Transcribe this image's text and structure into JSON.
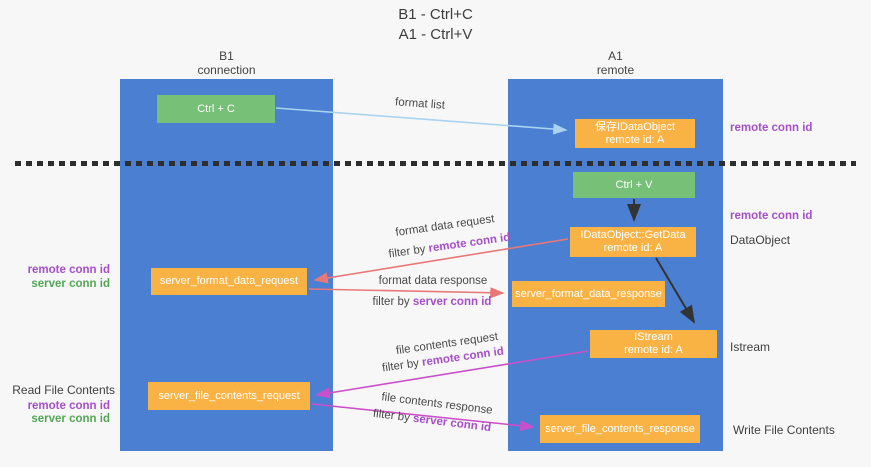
{
  "title": {
    "line1": "B1 - Ctrl+C",
    "line2": "A1 - Ctrl+V"
  },
  "lanes": {
    "left": {
      "name": "B1",
      "sub": "connection"
    },
    "right": {
      "name": "A1",
      "sub": "remote"
    }
  },
  "nodes": {
    "ctrl_c": {
      "label": "Ctrl + C"
    },
    "ctrl_v": {
      "label": "Ctrl + V"
    },
    "save_dataobject": {
      "line1": "保存IDataObject",
      "line2": "remote id: A"
    },
    "getdata": {
      "line1": "IDataObject::GetData",
      "line2": "remote id: A"
    },
    "istream": {
      "line1": "IStream",
      "line2": "remote id: A"
    },
    "format_request": {
      "label": "server_format_data_request"
    },
    "format_response": {
      "label": "server_format_data_response"
    },
    "file_request": {
      "label": "server_file_contents_request"
    },
    "file_response": {
      "label": "server_file_contents_response"
    }
  },
  "edges": {
    "format_list": "format list",
    "format_data_request": "format data request",
    "format_data_response": "format data response",
    "file_contents_request": "file contents request",
    "file_contents_response": "file contents response",
    "filter_by": "filter by ",
    "remote_conn_id": "remote conn id",
    "server_conn_id": "server conn id"
  },
  "side": {
    "remote_conn_id": "remote conn id",
    "server_conn_id": "server conn id",
    "dataobject": "DataObject",
    "istream": "Istream",
    "read_file_contents": "Read File Contents",
    "write_file_contents": "Write File Contents"
  },
  "colors": {
    "lane_blue": "#4a7fd2",
    "node_orange": "#f9b345",
    "key_green": "#77c077",
    "arrow_red": "#e87878",
    "arrow_magenta": "#cb4fcb",
    "arrow_lightblue": "#a9d3f0",
    "arrow_black": "#333333",
    "label_purple": "#a64fc8",
    "label_green": "#53a653",
    "text_dark": "#404040"
  }
}
